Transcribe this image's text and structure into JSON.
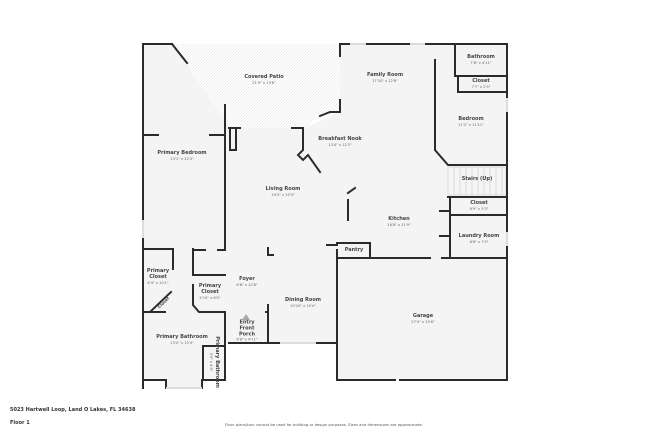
{
  "colors": {
    "wall": "#2b2b2b",
    "floor": "#f4f4f4",
    "patio": "#ececec",
    "window": "#dcdcdc"
  },
  "rooms": [
    {
      "name": "Covered Patio",
      "dims": "21'9\" x 13'6\""
    },
    {
      "name": "Family Room",
      "dims": "17'10\" x 22'8\""
    },
    {
      "name": "Bathroom",
      "dims": "7'8\" x 4'11\""
    },
    {
      "name": "Closet",
      "dims": "7'7\" x 2'5\""
    },
    {
      "name": "Bedroom",
      "dims": "11'2\" x 11'11\""
    },
    {
      "name": "Breakfast Nook",
      "dims": "13'4\" x 12'2\""
    },
    {
      "name": "Primary Bedroom",
      "dims": "13'1\" x 22'3\""
    },
    {
      "name": "Living Room",
      "dims": "19'5\" x 19'3\""
    },
    {
      "name": "Stairs (Up)",
      "dims": ""
    },
    {
      "name": "Closet",
      "dims": "6'9\" x 3'3\""
    },
    {
      "name": "Kitchen",
      "dims": "16'8\" x 11'9\""
    },
    {
      "name": "Laundry Room",
      "dims": "8'8\" x 7'0\""
    },
    {
      "name": "Pantry",
      "dims": ""
    },
    {
      "name": "Primary Closet",
      "dims": "6'4\" x 10'1\""
    },
    {
      "name": "Primary Closet",
      "dims": "4'10\" x 6'0\""
    },
    {
      "name": "Foyer",
      "dims": "6'8\" x 10'8\""
    },
    {
      "name": "Dining Room",
      "dims": "10'10\" x 15'4\""
    },
    {
      "name": "Garage",
      "dims": "27'4\" x 19'6\""
    },
    {
      "name": "Entry Front Porch",
      "dims": "6'8\" x 4'11\""
    },
    {
      "name": "Primary Bathroom",
      "dims": "13'0\" x 15'4\""
    },
    {
      "name": "Primary Bathroom",
      "dims": "3'5\" x 4'9\""
    },
    {
      "name": "Closet",
      "dims": ""
    }
  ],
  "footer": {
    "address": "5023 Hartwell Loop, Land O Lakes, FL 34638",
    "floor": "Floor 1",
    "disclaimer": "Floor plans/tour cannot be used for building or design purposes. Sizes and dimensions are approximate."
  }
}
